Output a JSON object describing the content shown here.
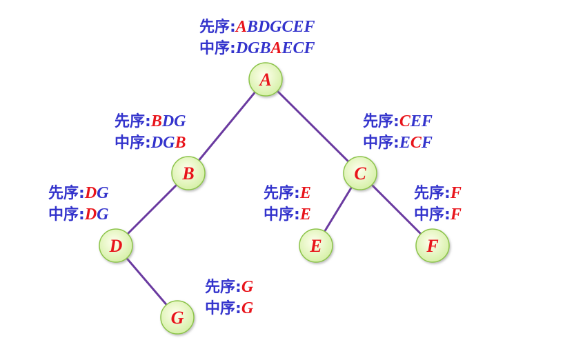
{
  "labels": {
    "preorder_prefix": "先序:",
    "inorder_prefix": "中序:"
  },
  "colors": {
    "edge": "#6a3aa0",
    "node_fill_center": "#ffffee",
    "node_fill_edge": "#d6f0a8",
    "node_stroke": "#8cc44a",
    "node_text": "#e8141b",
    "text_blue": "#3333cc",
    "text_red": "#e8141b"
  },
  "nodes": [
    {
      "id": "A",
      "label": "A"
    },
    {
      "id": "B",
      "label": "B"
    },
    {
      "id": "C",
      "label": "C"
    },
    {
      "id": "D",
      "label": "D"
    },
    {
      "id": "E",
      "label": "E"
    },
    {
      "id": "F",
      "label": "F"
    },
    {
      "id": "G",
      "label": "G"
    }
  ],
  "edges": [
    {
      "from": "A",
      "to": "B"
    },
    {
      "from": "A",
      "to": "C"
    },
    {
      "from": "B",
      "to": "D"
    },
    {
      "from": "D",
      "to": "G"
    },
    {
      "from": "C",
      "to": "E"
    },
    {
      "from": "C",
      "to": "F"
    }
  ],
  "annotations": [
    {
      "node": "A",
      "preorder": [
        {
          "t": "A",
          "c": "red"
        },
        {
          "t": "BDGCEF",
          "c": "blue"
        }
      ],
      "inorder": [
        {
          "t": "DGB",
          "c": "blue"
        },
        {
          "t": "A",
          "c": "red"
        },
        {
          "t": "ECF",
          "c": "blue"
        }
      ]
    },
    {
      "node": "B",
      "preorder": [
        {
          "t": "B",
          "c": "red"
        },
        {
          "t": "DG",
          "c": "blue"
        }
      ],
      "inorder": [
        {
          "t": "DG",
          "c": "blue"
        },
        {
          "t": "B",
          "c": "red"
        }
      ]
    },
    {
      "node": "C",
      "preorder": [
        {
          "t": "C",
          "c": "red"
        },
        {
          "t": "EF",
          "c": "blue"
        }
      ],
      "inorder": [
        {
          "t": "E",
          "c": "blue"
        },
        {
          "t": "C",
          "c": "red"
        },
        {
          "t": "F",
          "c": "blue"
        }
      ]
    },
    {
      "node": "D",
      "preorder": [
        {
          "t": "D",
          "c": "red"
        },
        {
          "t": "G",
          "c": "blue"
        }
      ],
      "inorder": [
        {
          "t": "D",
          "c": "red"
        },
        {
          "t": "G",
          "c": "blue"
        }
      ]
    },
    {
      "node": "E",
      "preorder": [
        {
          "t": "E",
          "c": "red"
        }
      ],
      "inorder": [
        {
          "t": "E",
          "c": "red"
        }
      ]
    },
    {
      "node": "F",
      "preorder": [
        {
          "t": "F",
          "c": "red"
        }
      ],
      "inorder": [
        {
          "t": "F",
          "c": "red"
        }
      ]
    },
    {
      "node": "G",
      "preorder": [
        {
          "t": "G",
          "c": "red"
        }
      ],
      "inorder": [
        {
          "t": "G",
          "c": "red"
        }
      ]
    }
  ]
}
